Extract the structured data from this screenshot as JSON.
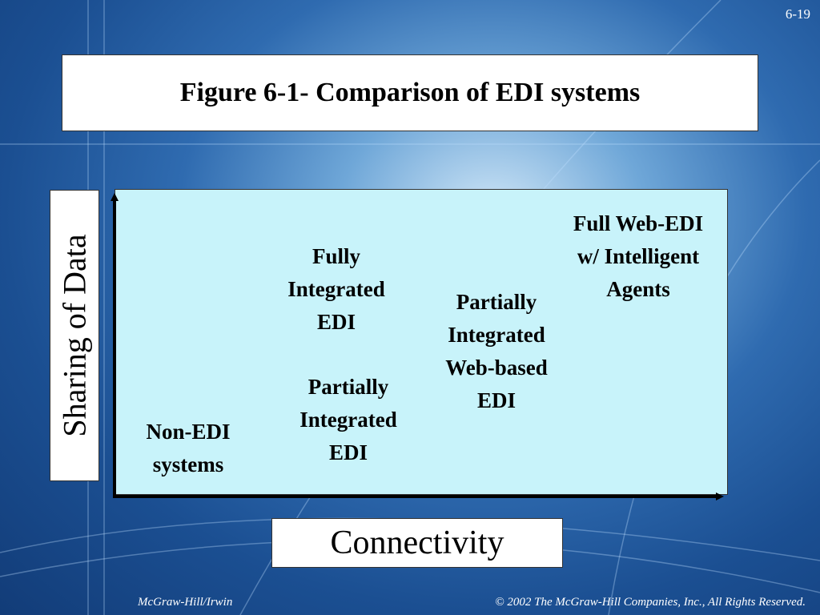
{
  "slide": {
    "number": "6-19"
  },
  "title": "Figure 6-1- Comparison of EDI systems",
  "y_axis_label": "Sharing of Data",
  "x_axis_label": "Connectivity",
  "diagram_items": [
    {
      "label": "Non-EDI\nsystems"
    },
    {
      "label": "Partially\nIntegrated\nEDI"
    },
    {
      "label": "Fully\nIntegrated\nEDI"
    },
    {
      "label": "Partially\nIntegrated\nWeb-based\nEDI"
    },
    {
      "label": "Full Web-EDI\nw/ Intelligent\nAgents"
    }
  ],
  "footer": {
    "left": "McGraw-Hill/Irwin",
    "right": "© 2002 The McGraw-Hill Companies, Inc., All Rights Reserved."
  },
  "colors": {
    "plot_background": "#c8f3fa",
    "background": "#1b4f92"
  }
}
